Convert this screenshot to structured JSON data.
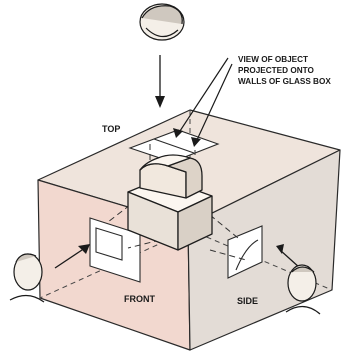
{
  "labels": {
    "callout_line1": "VIEW OF OBJECT",
    "callout_line2": "PROJECTED ONTO",
    "callout_line3": "WALLS OF GLASS BOX",
    "top": "TOP",
    "front": "FRONT",
    "side": "SIDE"
  },
  "colors": {
    "box_tint": "#f2d8cf",
    "top_face": "#efe4dc",
    "right_face": "#e3dcd6",
    "outline": "#2a2a2a",
    "object_fill": "#f7f1ea"
  }
}
